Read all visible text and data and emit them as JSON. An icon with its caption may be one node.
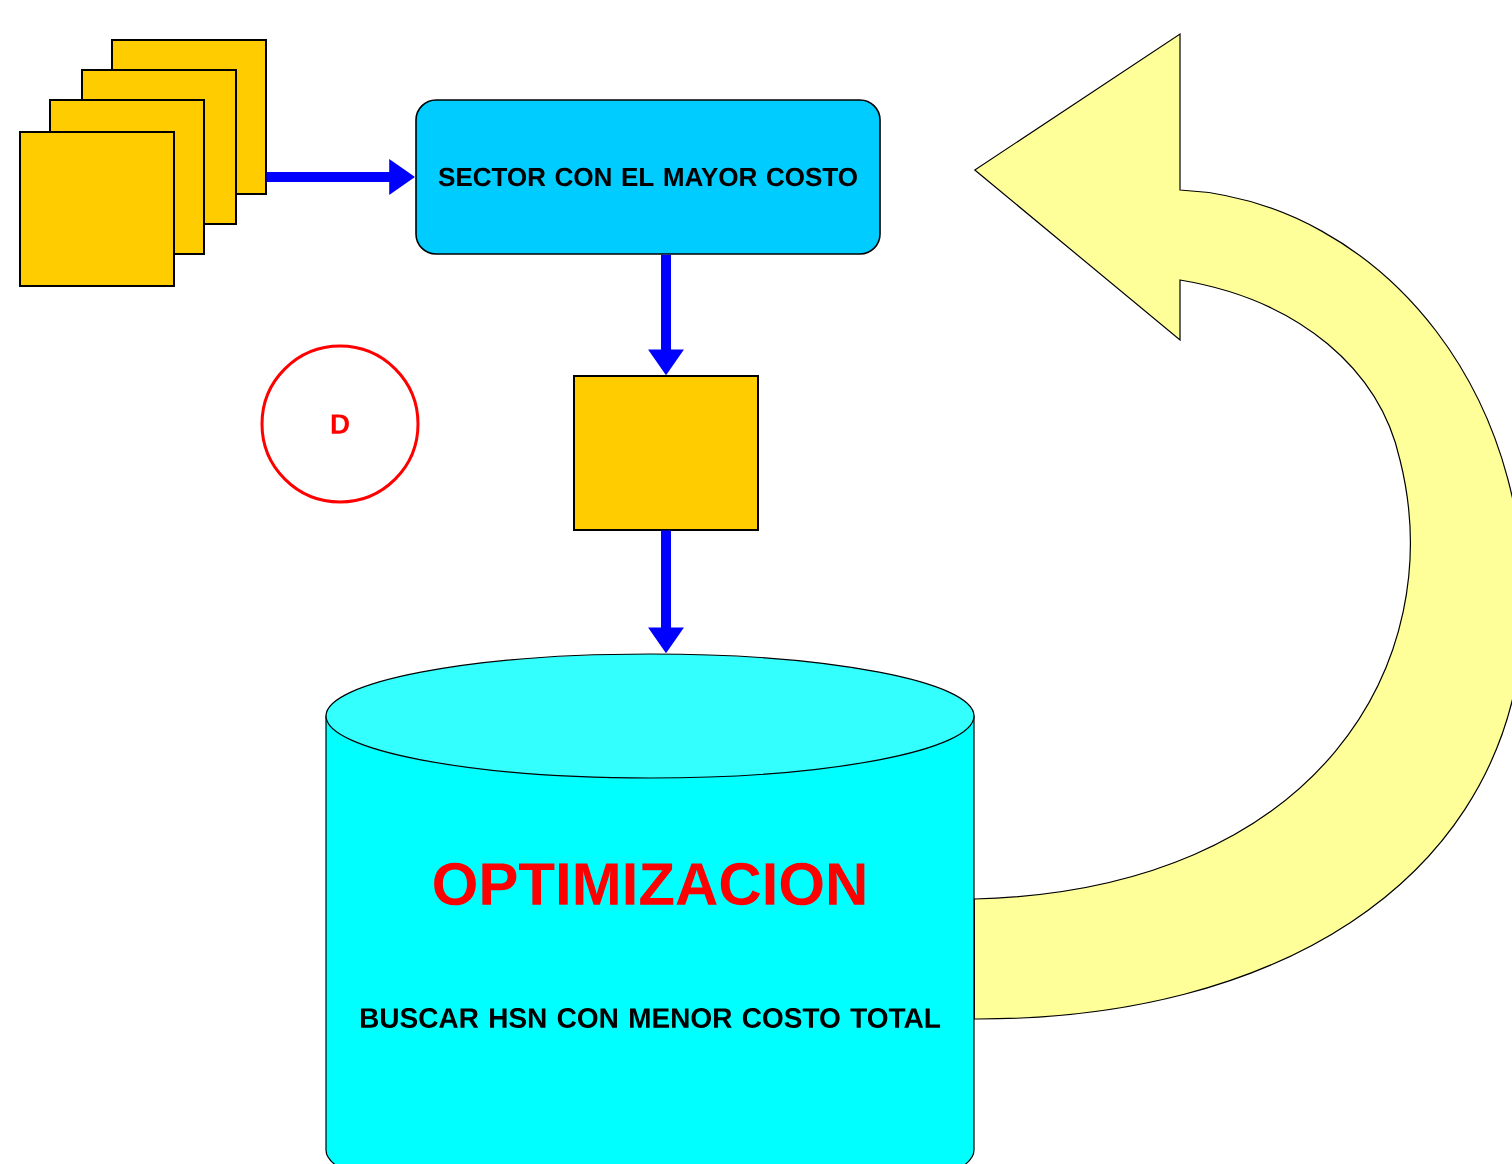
{
  "diagram": {
    "nodes": [
      {
        "text": [],
        "shape": "box"
      },
      {
        "text": [
          "SECTOR CON EL MAYOR COSTO"
        ]
      },
      {
        "text": [],
        "shape": "box"
      },
      {
        "text": [
          "OPTIMIZACION",
          "BUSCAR HSN CON MENOR COSTO TOTAL"
        ]
      },
      {
        "text": [
          "D"
        ]
      }
    ],
    "edges": [
      {
        "from": 0,
        "to": 1,
        "arrow": "to"
      },
      {
        "from": 1,
        "to": 2,
        "arrow": "to"
      },
      {
        "from": 2,
        "to": 3,
        "arrow": "to"
      },
      {
        "from": 3,
        "to": 1,
        "arrow": "to",
        "style": "thick",
        "color": "#ffff99"
      }
    ]
  }
}
